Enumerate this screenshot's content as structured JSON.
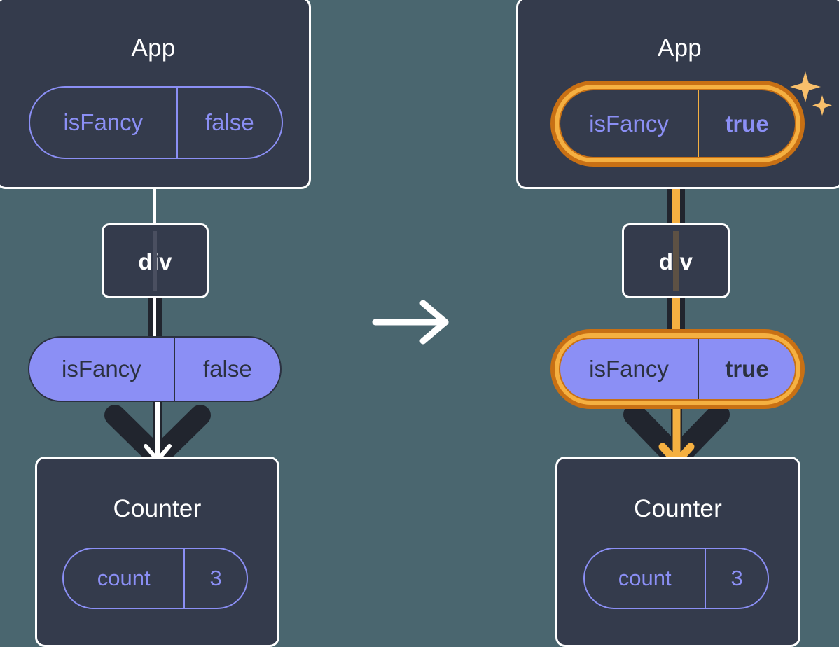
{
  "diagram": {
    "type": "react-state-propagation",
    "background_color": "#4a666f",
    "box_color": "#343b4c",
    "box_border_color": "#ffffff",
    "pill_purple": "#8b8ff5",
    "highlight_outer": "#c87014",
    "highlight_inner": "#f5b041",
    "dark_line": "#21252e",
    "caption": ""
  },
  "left": {
    "label": "before-state",
    "app": {
      "title": "App",
      "pill": {
        "key": "isFancy",
        "value": "false",
        "style": "outlined",
        "highlighted": false
      }
    },
    "div": {
      "title": "div"
    },
    "prop_pill": {
      "key": "isFancy",
      "value": "false",
      "style": "filled",
      "highlighted": false
    },
    "counter": {
      "title": "Counter",
      "pill": {
        "key": "count",
        "value": "3",
        "style": "outlined",
        "highlighted": false
      }
    }
  },
  "transition": {
    "icon": "arrow-right-icon",
    "color": "#ffffff"
  },
  "right": {
    "label": "after-state",
    "app": {
      "title": "App",
      "pill": {
        "key": "isFancy",
        "value": "true",
        "style": "outlined",
        "highlighted": true
      }
    },
    "div": {
      "title": "div"
    },
    "prop_pill": {
      "key": "isFancy",
      "value": "true",
      "style": "filled",
      "highlighted": true
    },
    "counter": {
      "title": "Counter",
      "pill": {
        "key": "count",
        "value": "3",
        "style": "outlined",
        "highlighted": false
      }
    },
    "sparkle_top": {
      "icon": "sparkles-icon",
      "color": "#f5b041"
    },
    "sparkle_mid": {
      "icon": "sparkles-icon",
      "color": "#f5b041"
    }
  }
}
